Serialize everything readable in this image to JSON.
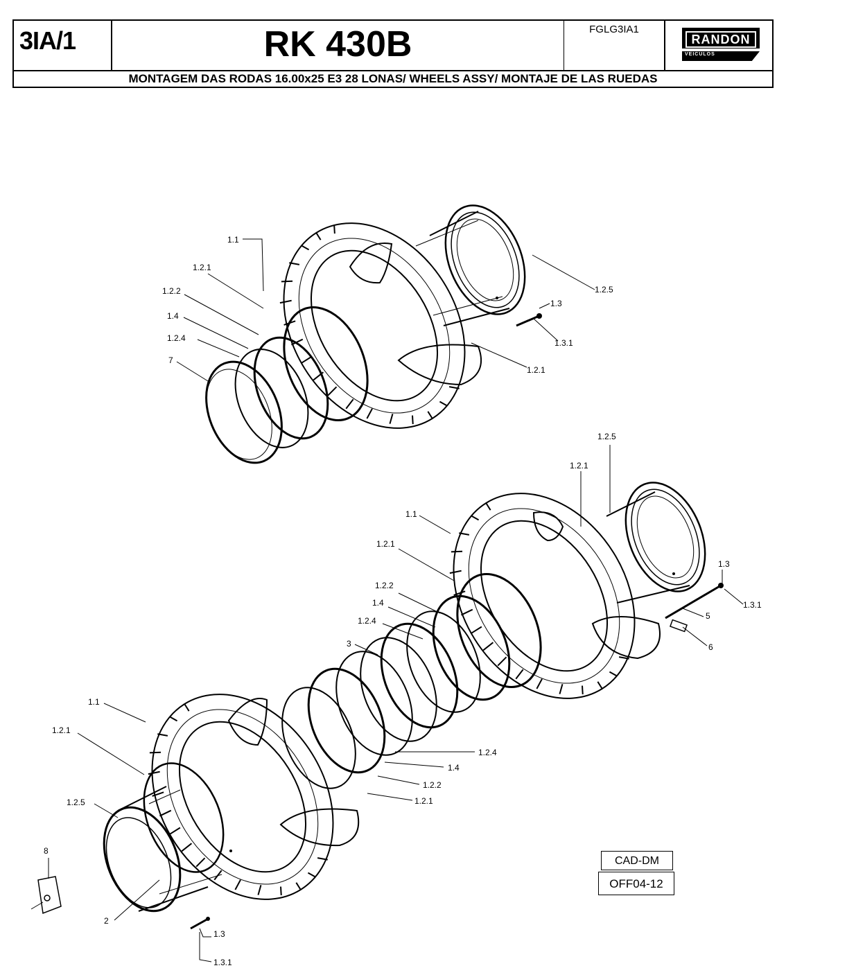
{
  "header": {
    "code": "3IA/1",
    "model": "RK 430B",
    "ref": "FGLG3IA1",
    "logo_text": "RANDON",
    "logo_sub": "VEICULOS",
    "subtitle": "MONTAGEM DAS RODAS 16.00x25 E3 28 LONAS/ WHEELS ASSY/ MONTAJE DE LAS RUEDAS"
  },
  "callouts": {
    "top_assembly": [
      "1.1",
      "1.2.1",
      "1.2.2",
      "1.4",
      "1.2.4",
      "7",
      "1.2.5",
      "1.3",
      "1.3.1",
      "1.2.1"
    ],
    "bottom_assembly": [
      "1.2.5",
      "1.2.1",
      "1.1",
      "1.2.1",
      "1.2.2",
      "1.4",
      "1.2.4",
      "3",
      "1.3",
      "1.3.1",
      "5",
      "6",
      "1.1",
      "1.2.1",
      "1.2.5",
      "8",
      "2",
      "1.3",
      "1.3.1",
      "1.2.4",
      "1.4",
      "1.2.2",
      "1.2.1"
    ]
  },
  "stamp": {
    "line1": "CAD-DM",
    "line2": "OFF04-12"
  }
}
